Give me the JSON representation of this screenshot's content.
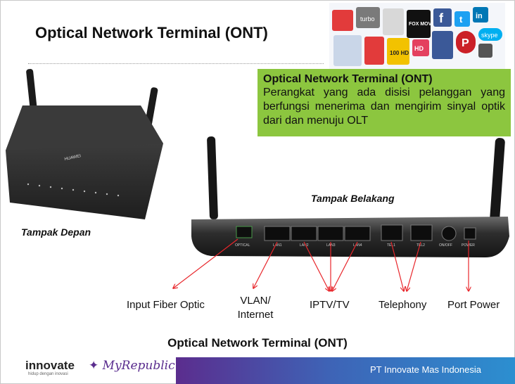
{
  "slide": {
    "title": "Optical Network Terminal (ONT)",
    "bottom_title": "Optical Network Terminal (ONT)"
  },
  "infobox": {
    "title": "Optical Network Terminal (ONT)",
    "body": "Perangkat  yang ada disisi pelanggan yang berfungsi menerima dan mengirim sinyal optik dari dan menuju OLT",
    "color": "#8cc63f"
  },
  "captions": {
    "front": "Tampak Depan",
    "back": "Tampak Belakang"
  },
  "device": {
    "brand": "HUAWEI",
    "ports": [
      "OPTICAL",
      "LAN1",
      "LAN2",
      "LAN3",
      "LAN4",
      "TEL1",
      "TEL2",
      "ON/OFF",
      "POWER"
    ]
  },
  "port_labels": {
    "fiber": "Input Fiber Optic",
    "vlan_line1": "VLAN/",
    "vlan_line2": "Internet",
    "iptv": "IPTV/TV",
    "telephony": "Telephony",
    "power": "Port Power"
  },
  "arrow_color": "#e8262b",
  "collage": {
    "tiles": [
      "turbo",
      "FOX MOVIES",
      "100 HD",
      "f",
      "P",
      "in",
      "HD",
      "skype",
      "t"
    ]
  },
  "footer": {
    "logo_left": "innovate",
    "tagline": "hidup dengan inovasi",
    "logo_mid": "MyRepublic",
    "company": "PT Innovate Mas Indonesia"
  }
}
